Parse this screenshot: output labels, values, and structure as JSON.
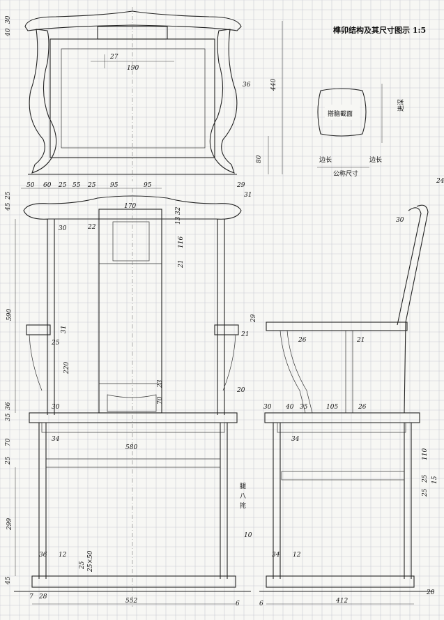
{
  "title": "榫卯结构及其尺寸图示 1:5",
  "section_label": "搭脑截面",
  "section_side_labels": [
    "公称尺寸",
    "进深",
    "边长",
    "边长"
  ],
  "leg_label": "腿八挓",
  "leg_note": "10",
  "top_view": {
    "dims": [
      "27",
      "190",
      "36",
      "440",
      "80",
      "30",
      "40",
      "29",
      "31"
    ]
  },
  "front_view": {
    "top_dims": [
      "50",
      "60",
      "25",
      "55",
      "25",
      "95",
      "95"
    ],
    "dims": [
      "45",
      "25",
      "170",
      "32",
      "13",
      "30",
      "22",
      "116",
      "21",
      "590",
      "31",
      "25",
      "220",
      "23",
      "70",
      "30",
      "35",
      "36",
      "34",
      "580",
      "70",
      "25",
      "299",
      "36",
      "12",
      "25",
      "25×50",
      "45",
      "7",
      "28",
      "552",
      "6"
    ]
  },
  "side_view": {
    "dims": [
      "24",
      "30",
      "29",
      "21",
      "26",
      "21",
      "20",
      "30",
      "40",
      "35",
      "105",
      "26",
      "34",
      "110",
      "25",
      "25",
      "15",
      "34",
      "12",
      "412",
      "6",
      "20"
    ]
  }
}
